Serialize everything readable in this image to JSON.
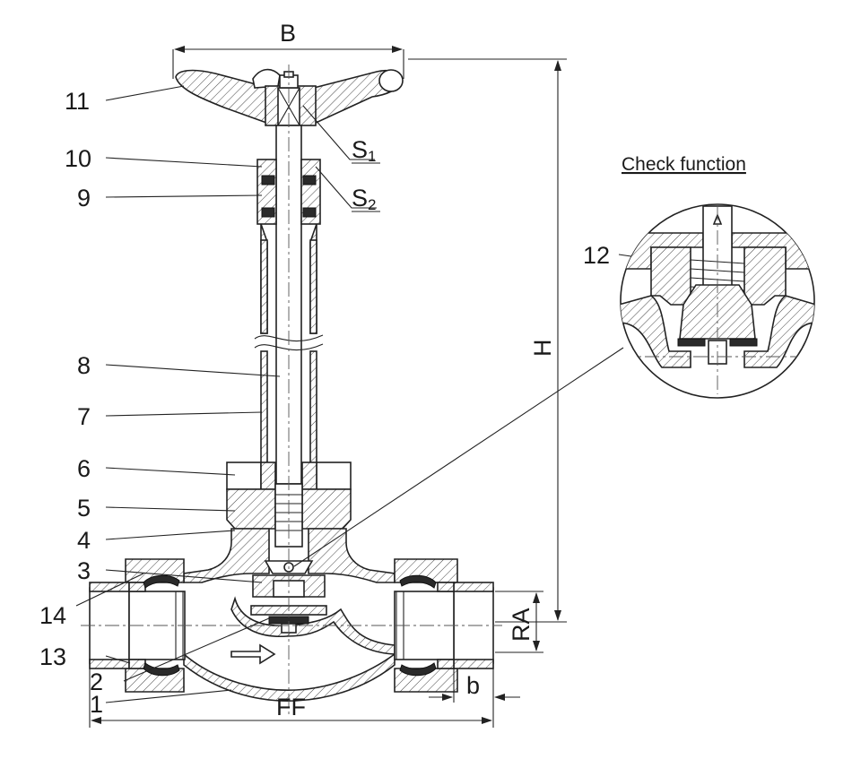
{
  "part_numbers": [
    "1",
    "2",
    "3",
    "4",
    "5",
    "6",
    "7",
    "8",
    "9",
    "10",
    "11",
    "12",
    "13",
    "14"
  ],
  "dimensions": {
    "B": "B",
    "H": "H",
    "RA": "RA",
    "FF": "FF",
    "b": "b",
    "S1": {
      "main": "S",
      "sub": "1"
    },
    "S2": {
      "main": "S",
      "sub": "2"
    }
  },
  "detail": {
    "title": "Check function"
  },
  "colors": {
    "line": "#222222",
    "background": "#ffffff"
  }
}
